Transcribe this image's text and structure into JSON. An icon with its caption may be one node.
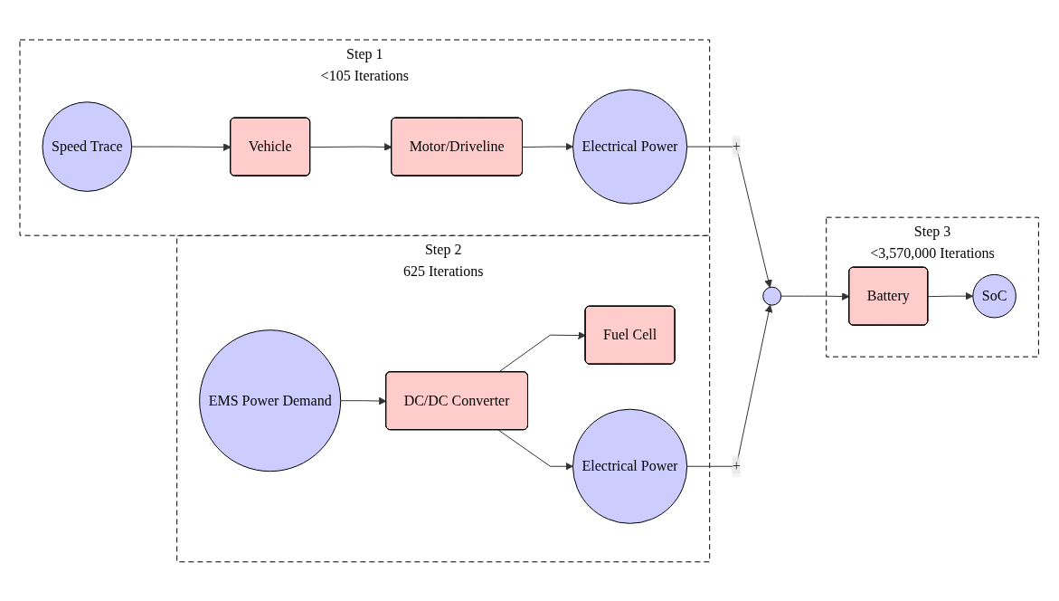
{
  "diagram": {
    "nodes": [
      {
        "text": [
          "Step 1",
          "<105 Iterations"
        ]
      },
      {
        "text": [
          "Speed Trace"
        ],
        "in": 0
      },
      {
        "text": [
          "Vehicle"
        ],
        "in": 0
      },
      {
        "text": [
          "Motor/Driveline"
        ],
        "in": 0
      },
      {
        "text": [
          "Electrical Power"
        ],
        "in": 0
      },
      {
        "text": [
          "Step 2",
          "625 Iterations"
        ]
      },
      {
        "text": [
          "EMS Power Demand"
        ],
        "in": 5
      },
      {
        "text": [
          "DC/DC Converter"
        ],
        "in": 5
      },
      {
        "text": [
          "Fuel Cell"
        ],
        "in": 5
      },
      {
        "text": [
          "Electrical Power"
        ],
        "in": 5
      },
      {
        "text": [],
        "shape": "circle"
      },
      {
        "text": [
          "Step 3",
          "<3,570,000 Iterations"
        ]
      },
      {
        "text": [
          "Battery"
        ],
        "in": 11
      },
      {
        "text": [
          "SoC"
        ],
        "in": 11
      }
    ],
    "edges": [
      {
        "from": 1,
        "to": 2,
        "arrow": "to"
      },
      {
        "from": 2,
        "to": 3,
        "arrow": "to"
      },
      {
        "from": 3,
        "to": 4,
        "arrow": "to"
      },
      {
        "from": 4,
        "to": 10,
        "arrow": "to",
        "label": "+"
      },
      {
        "from": 6,
        "to": 7,
        "arrow": "to"
      },
      {
        "from": 7,
        "to": 8,
        "arrow": "to"
      },
      {
        "from": 7,
        "to": 9,
        "arrow": "to"
      },
      {
        "from": 9,
        "to": 10,
        "arrow": "to",
        "label": "+"
      },
      {
        "from": 10,
        "to": 12,
        "arrow": "to"
      },
      {
        "from": 12,
        "to": 13,
        "arrow": "to"
      }
    ]
  }
}
